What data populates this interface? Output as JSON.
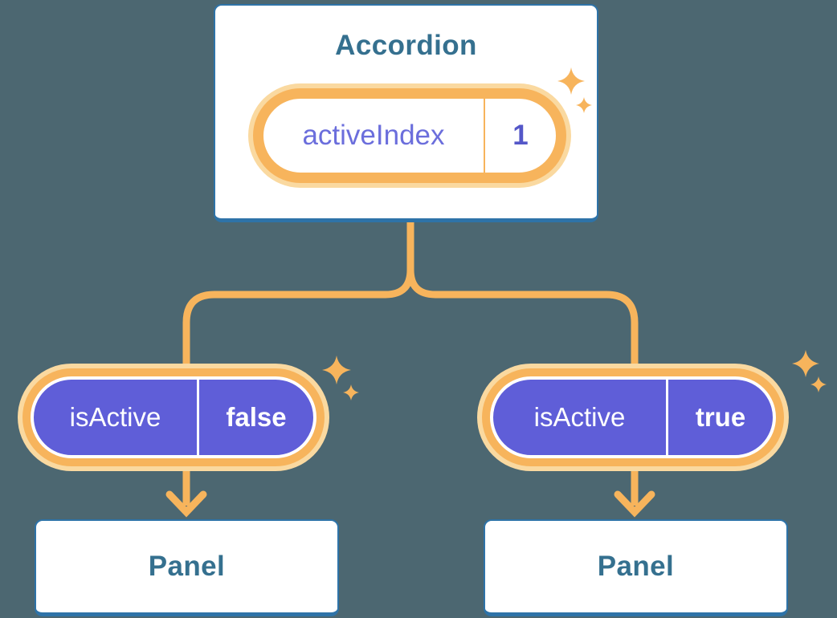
{
  "diagram": {
    "root": {
      "title": "Accordion",
      "state": {
        "label": "activeIndex",
        "value": "1"
      }
    },
    "children": [
      {
        "state": {
          "label": "isActive",
          "value": "false"
        },
        "panel_title": "Panel"
      },
      {
        "state": {
          "label": "isActive",
          "value": "true"
        },
        "panel_title": "Panel"
      }
    ]
  },
  "colors": {
    "background": "#4C6771",
    "card_fill": "#FFFFFF",
    "card_border": "#2E73A8",
    "heading_text": "#35708F",
    "accent_orange": "#F7B45C",
    "accent_orange_glow": "#FAD9A0",
    "pill_purple": "#5F5ED8",
    "pill_text": "#FFFFFF",
    "state_label": "#6B6EDC",
    "state_value": "#5457C8"
  },
  "icons": {
    "sparkle": "sparkle-icon",
    "arrow": "arrow-down-icon"
  }
}
